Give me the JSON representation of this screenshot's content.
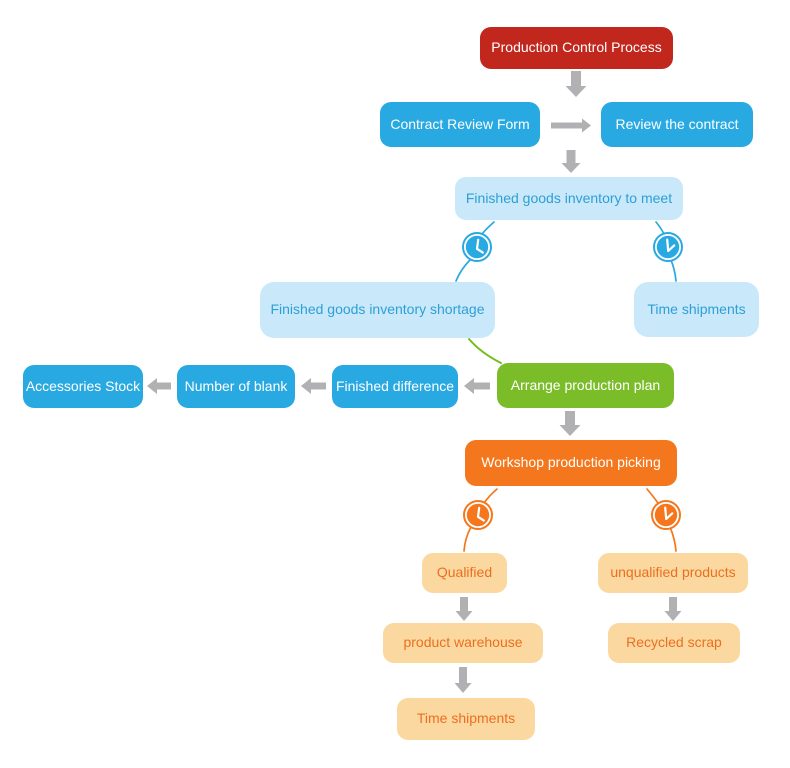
{
  "diagram": {
    "title": "Production Control Process",
    "nodes": {
      "production_control": {
        "label": "Production Control Process"
      },
      "contract_review_form": {
        "label": "Contract Review Form"
      },
      "review_the_contract": {
        "label": "Review the contract"
      },
      "inventory_to_meet": {
        "label": "Finished goods inventory to meet"
      },
      "inventory_shortage": {
        "label": "Finished goods inventory shortage"
      },
      "time_shipments_top": {
        "label": "Time shipments"
      },
      "accessories_stock": {
        "label": "Accessories Stock"
      },
      "number_of_blank": {
        "label": "Number of blank"
      },
      "finished_difference": {
        "label": "Finished difference"
      },
      "arrange_production_plan": {
        "label": "Arrange production plan"
      },
      "workshop_production_picking": {
        "label": "Workshop production picking"
      },
      "qualified": {
        "label": "Qualified"
      },
      "unqualified_products": {
        "label": "unqualified products"
      },
      "product_warehouse": {
        "label": "product warehouse"
      },
      "recycled_scrap": {
        "label": "Recycled scrap"
      },
      "time_shipments_bottom": {
        "label": "Time shipments"
      }
    },
    "icons": {
      "decision_left": "clock-icon",
      "decision_right": "clock-icon"
    },
    "colors": {
      "red": "#c1271d",
      "blue": "#29a9e1",
      "light_blue_fill": "#c9e9fa",
      "light_blue_text": "#2d9fd6",
      "green": "#7bbc29",
      "green_line": "#75bd21",
      "orange": "#f4771e",
      "light_orange_fill": "#fbd8a0",
      "light_orange_text": "#ec6f1f",
      "arrow_gray": "#b1b1b4",
      "background": "#ffffff"
    }
  }
}
